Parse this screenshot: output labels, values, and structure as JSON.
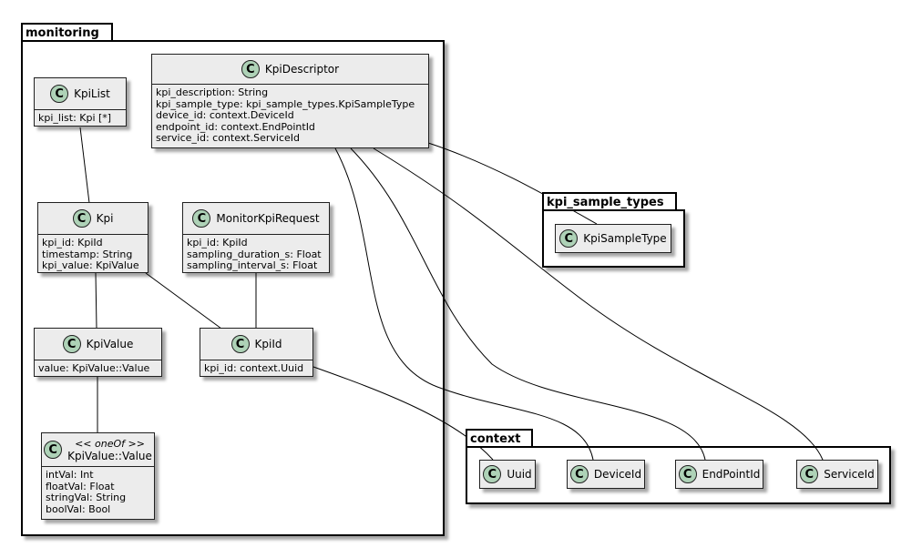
{
  "packages": {
    "monitoring": "monitoring",
    "kpi_sample_types": "kpi_sample_types",
    "context": "context"
  },
  "class_icon_letter": "C",
  "classes": {
    "KpiList": {
      "name": "KpiList",
      "attrs": [
        "kpi_list: Kpi [*]"
      ]
    },
    "KpiDescriptor": {
      "name": "KpiDescriptor",
      "attrs": [
        "kpi_description: String",
        "kpi_sample_type: kpi_sample_types.KpiSampleType",
        "device_id: context.DeviceId",
        "endpoint_id: context.EndPointId",
        "service_id: context.ServiceId"
      ]
    },
    "Kpi": {
      "name": "Kpi",
      "attrs": [
        "kpi_id: KpiId",
        "timestamp: String",
        "kpi_value: KpiValue"
      ]
    },
    "MonitorKpiRequest": {
      "name": "MonitorKpiRequest",
      "attrs": [
        "kpi_id: KpiId",
        "sampling_duration_s: Float",
        "sampling_interval_s: Float"
      ]
    },
    "KpiValue": {
      "name": "KpiValue",
      "attrs": [
        "value: KpiValue::Value"
      ]
    },
    "KpiId": {
      "name": "KpiId",
      "attrs": [
        "kpi_id: context.Uuid"
      ]
    },
    "KpiValueValue": {
      "stereotype": "<< oneOf >>",
      "name": "KpiValue::Value",
      "attrs": [
        "intVal: Int",
        "floatVal: Float",
        "stringVal: String",
        "boolVal: Bool"
      ]
    },
    "KpiSampleType": {
      "name": "KpiSampleType"
    },
    "Uuid": {
      "name": "Uuid"
    },
    "DeviceId": {
      "name": "DeviceId"
    },
    "EndPointId": {
      "name": "EndPointId"
    },
    "ServiceId": {
      "name": "ServiceId"
    }
  },
  "colors": {
    "class_fill": "#ececec",
    "class_icon": "#aed2b7",
    "border": "#202020"
  }
}
